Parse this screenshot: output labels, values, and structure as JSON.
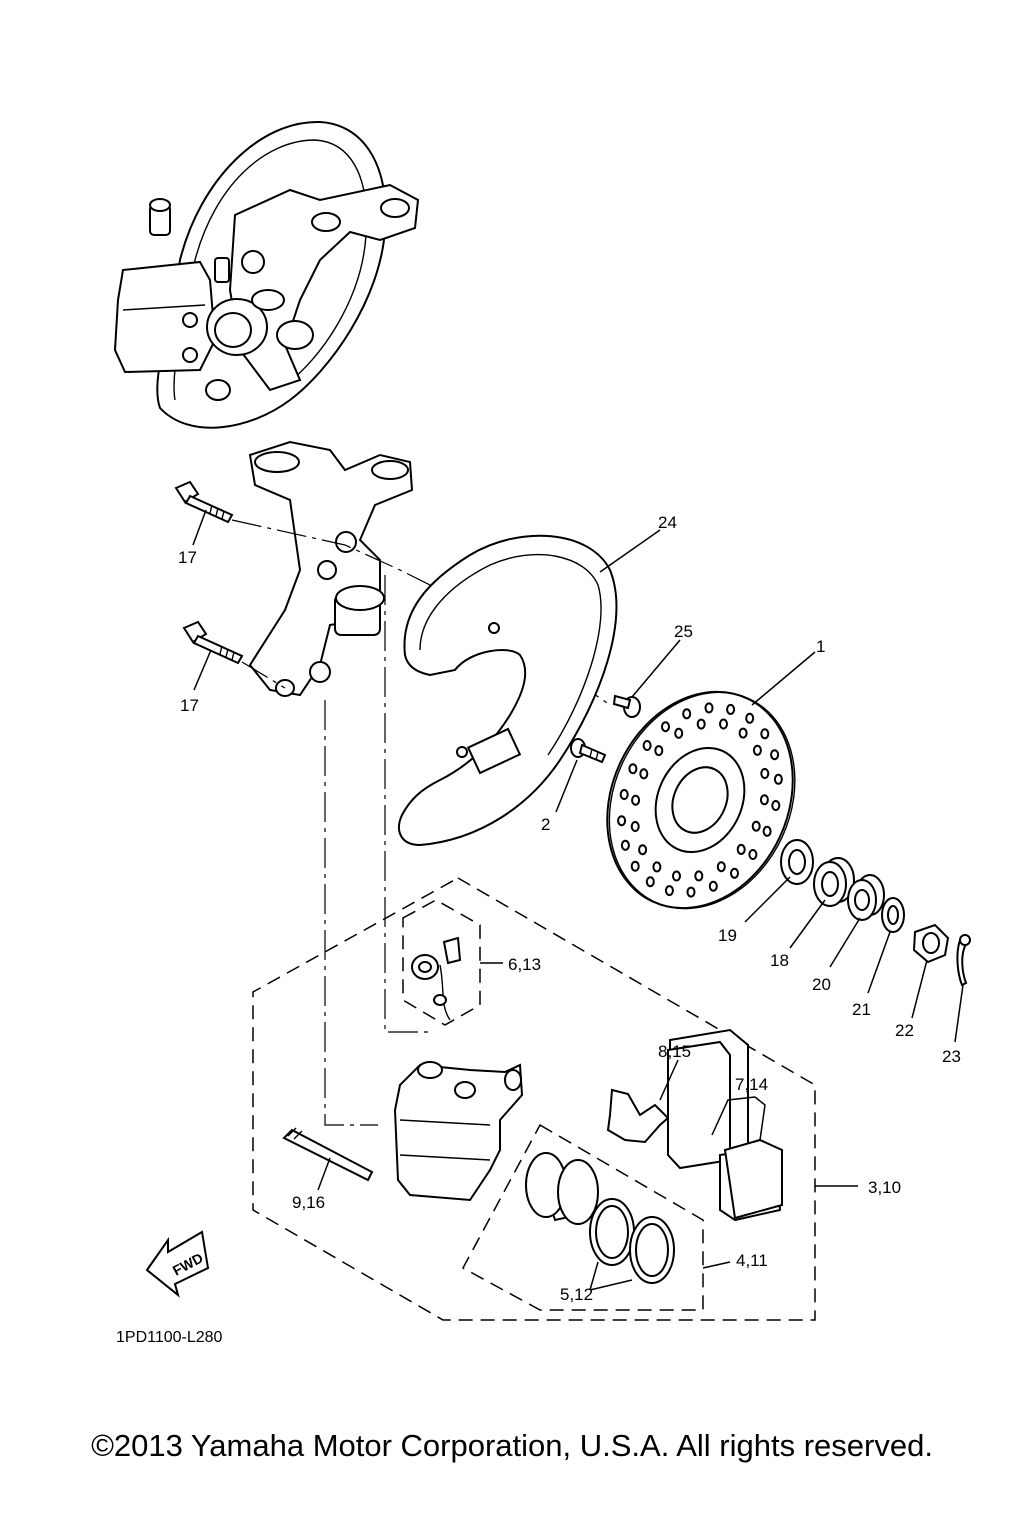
{
  "labels": {
    "l17a": "17",
    "l17b": "17",
    "l24": "24",
    "l25": "25",
    "l1": "1",
    "l2": "2",
    "l19": "19",
    "l18": "18",
    "l20": "20",
    "l21": "21",
    "l22": "22",
    "l23": "23",
    "l613": "6,13",
    "l815": "8,15",
    "l714": "7,14",
    "l310": "3,10",
    "l411": "4,11",
    "l512": "5,12",
    "l916": "9,16"
  },
  "fwd_text": "FWD",
  "diagram_code": "1PD1100-L280",
  "copyright": "©2013 Yamaha Motor Corporation, U.S.A. All rights reserved."
}
